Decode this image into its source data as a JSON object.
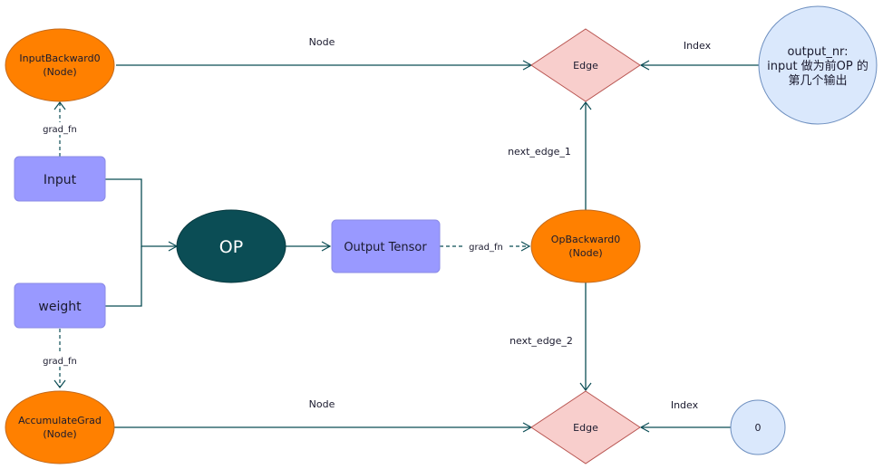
{
  "nodes": {
    "input_backward": {
      "line1": "InputBackward0",
      "line2": "(Node)"
    },
    "input": {
      "label": "Input"
    },
    "weight": {
      "label": "weight"
    },
    "accumulate_grad": {
      "line1": "AccumulateGrad",
      "line2": "(Node)"
    },
    "op": {
      "label": "OP"
    },
    "output_tensor": {
      "label": "Output Tensor"
    },
    "op_backward": {
      "line1": "OpBackward0",
      "line2": "(Node)"
    },
    "edge_top": {
      "label": "Edge"
    },
    "edge_bottom": {
      "label": "Edge"
    },
    "output_nr": {
      "line1": "output_nr:",
      "line2": "input 做为前OP 的",
      "line3": "第几个输出"
    },
    "zero": {
      "label": "0"
    }
  },
  "edges": {
    "node_top": "Node",
    "index_top": "Index",
    "grad_fn_input": "grad_fn",
    "grad_fn_output": "grad_fn",
    "grad_fn_weight": "grad_fn",
    "next_edge_1": "next_edge_1",
    "next_edge_2": "next_edge_2",
    "node_bottom": "Node",
    "index_bottom": "Index"
  },
  "colors": {
    "orange_fill": "#ff8000",
    "orange_stroke": "#c36a1d",
    "purple_fill": "#9999ff",
    "purple_stroke": "#8a8ae6",
    "teal_fill": "#0b4d55",
    "pink_fill": "#f8cecc",
    "pink_stroke": "#b85450",
    "blue_fill": "#dae8fc",
    "blue_stroke": "#6c8ebf",
    "line": "#0b4d55"
  }
}
